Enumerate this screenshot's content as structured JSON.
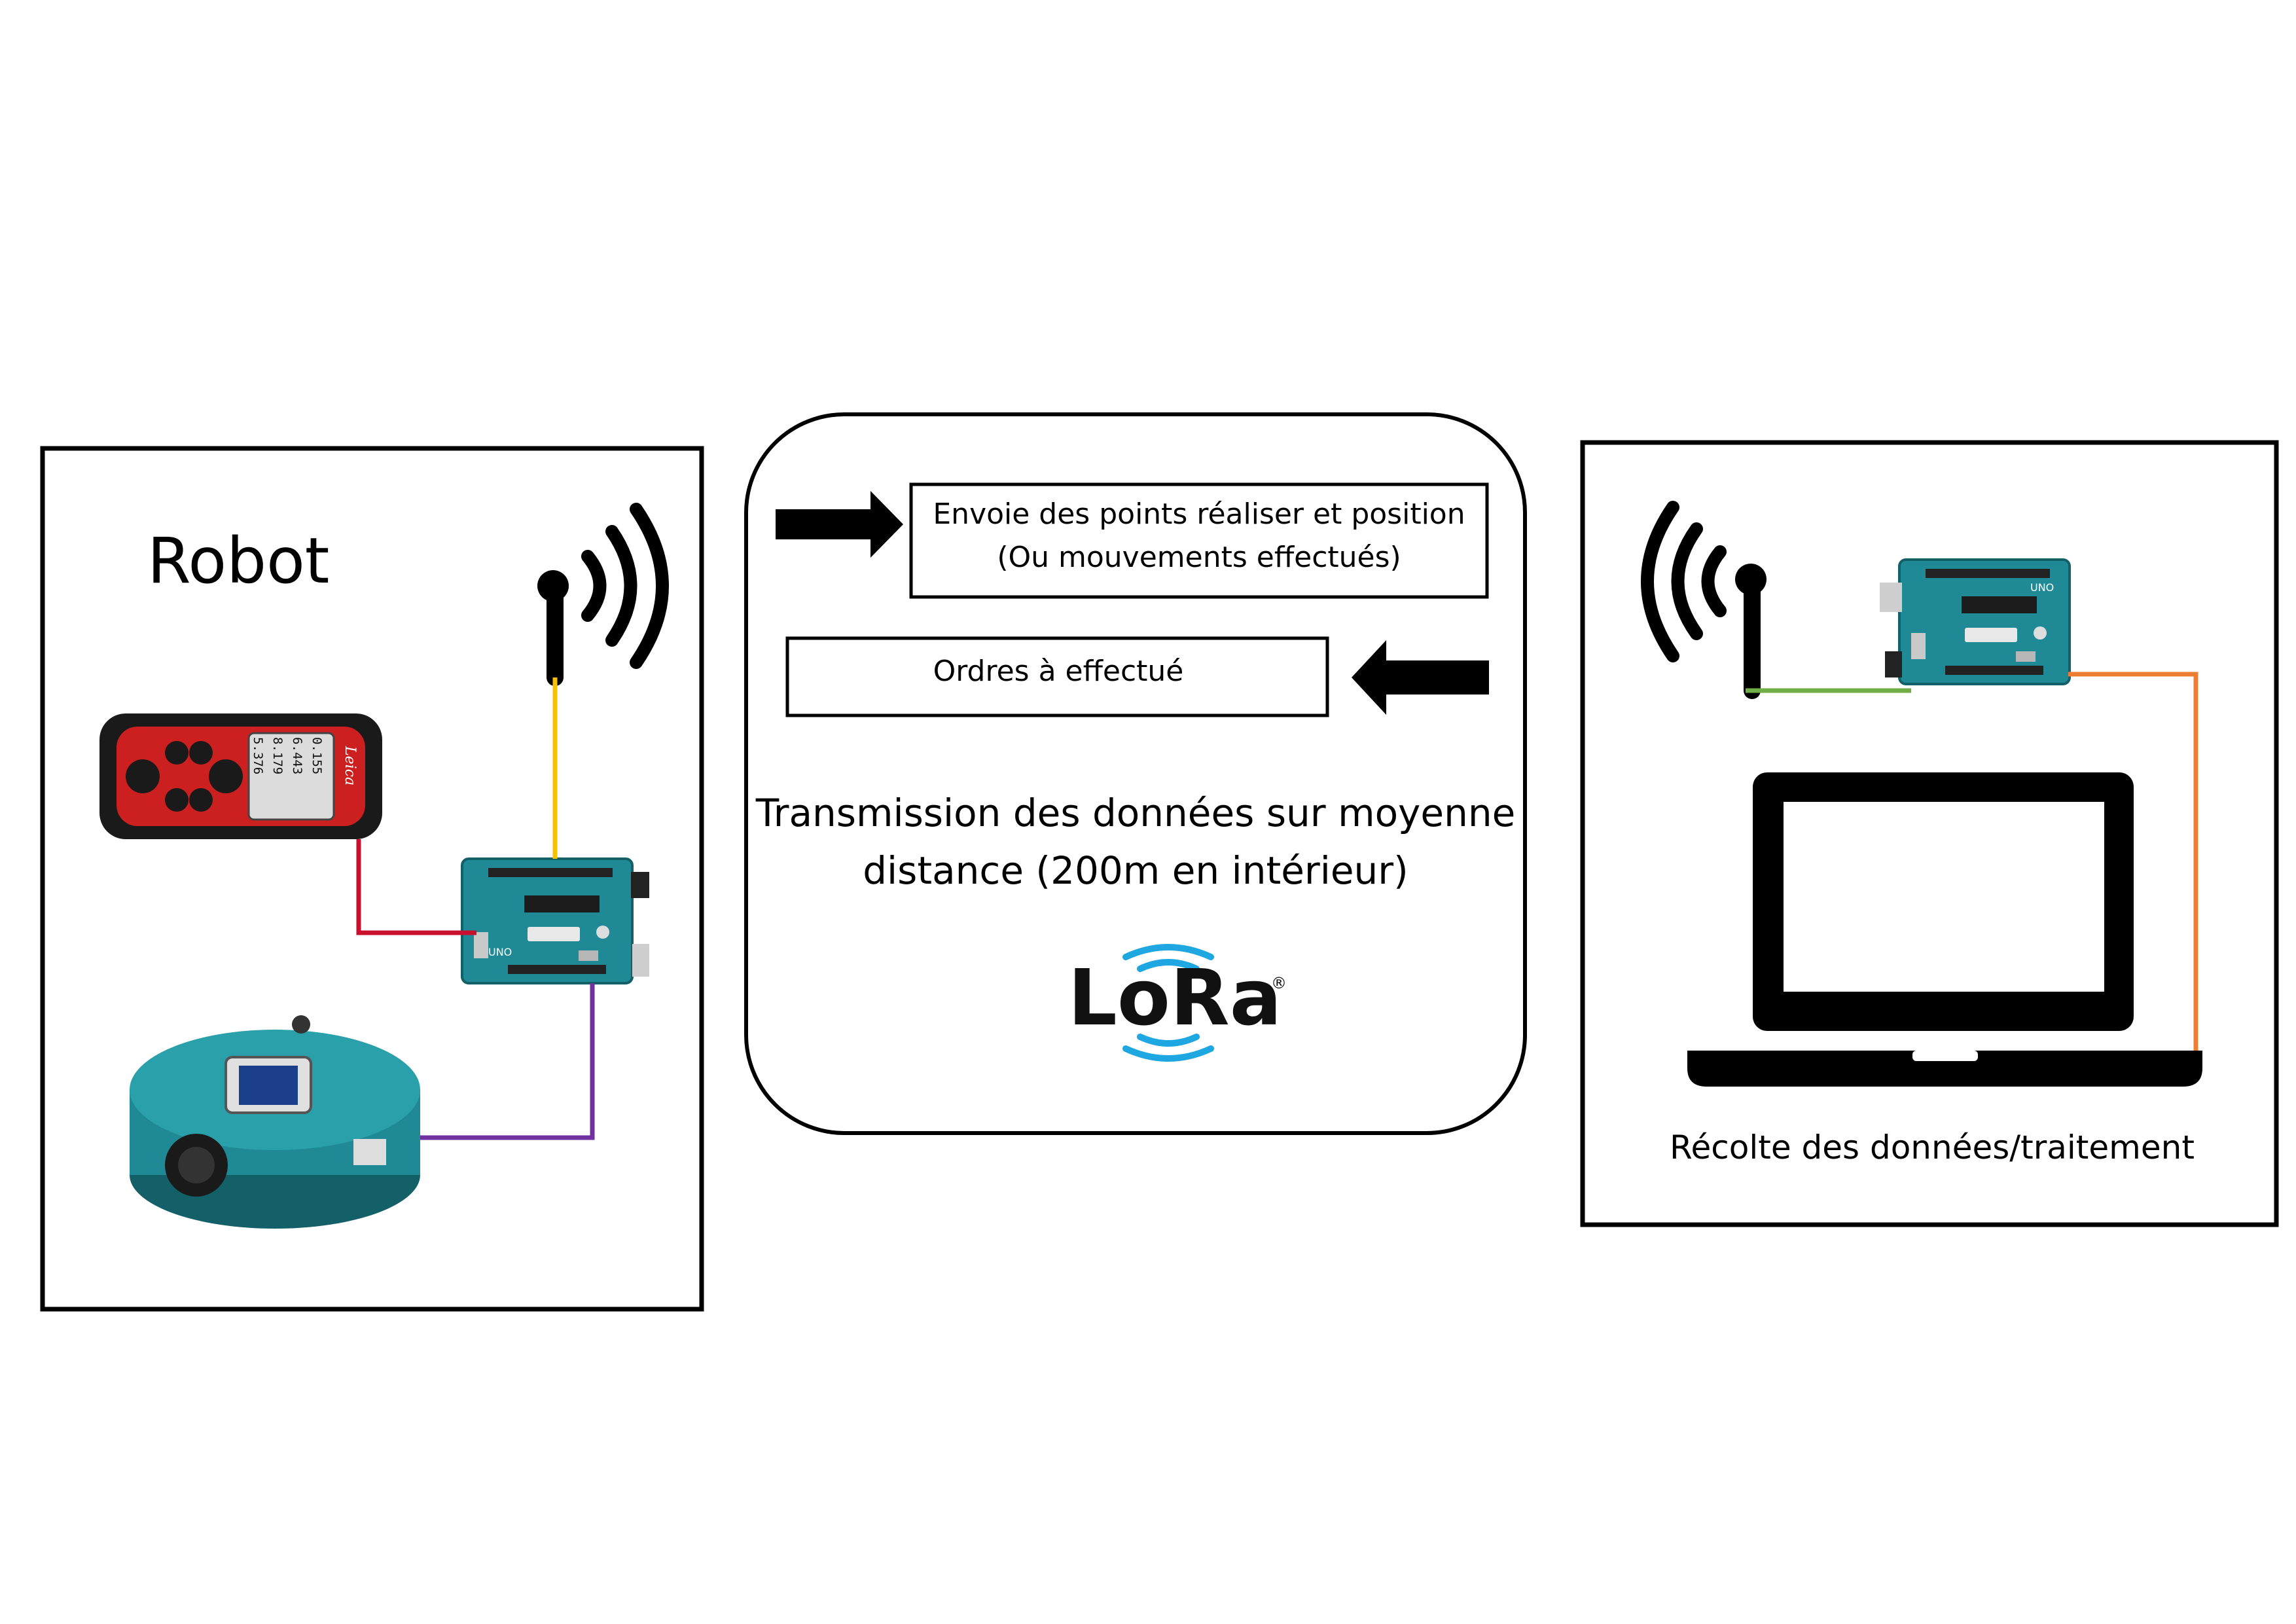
{
  "robot_panel": {
    "title": "Robot",
    "rangefinder_brand": "Leica",
    "rangefinder_readings": [
      "0.155",
      "6.443",
      "8.179",
      "5.376"
    ],
    "arduino_label": "UNO"
  },
  "transmission_panel": {
    "send_box_line1": "Envoie des points réaliser et position",
    "send_box_line2": "(Ou mouvements effectués)",
    "orders_box": "Ordres à effectué",
    "description_line1": "Transmission des données sur moyenne",
    "description_line2": "distance (200m en intérieur)",
    "logo_text": "LoRa",
    "logo_mark": "®"
  },
  "station_panel": {
    "arduino_label": "UNO",
    "caption": "Récolte des données/traitement"
  },
  "colors": {
    "yellow_wire": "#f5c100",
    "red_wire": "#c8102e",
    "purple_wire": "#7030a0",
    "green_wire": "#70ad47",
    "orange_wire": "#ed7d31",
    "arduino_teal": "#1f8a96",
    "lora_blue": "#1ea7e1"
  }
}
